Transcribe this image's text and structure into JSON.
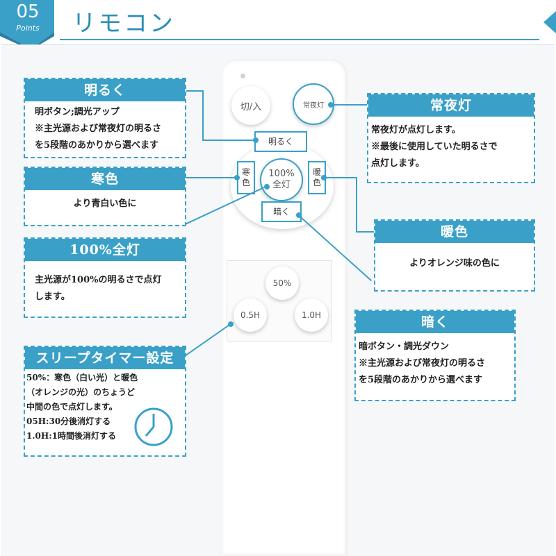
{
  "header": {
    "number": "05",
    "points_label": "Points",
    "title": "リモコン"
  },
  "remote": {
    "power_label": "切/入",
    "night_light_label": "常夜灯",
    "brighter_label": "明るく",
    "cool_label": "寒\n色",
    "full_label": "100%\n全灯",
    "warm_label": "暖\n色",
    "darker_label": "暗く",
    "timer_50_label": "50%",
    "timer_05_label": "0.5H",
    "timer_10_label": "1.0H"
  },
  "callouts": {
    "brighter": {
      "title": "明るく",
      "lines": [
        "明ボタン;調光アップ",
        "※主光源および常夜灯の明るさ",
        "を5段階のあかりから選べます"
      ]
    },
    "cool": {
      "title": "寒色",
      "lines": [
        "より青白い色に"
      ]
    },
    "full": {
      "title": "100%全灯",
      "lines": [
        "主光源が100%の明るさで点灯",
        "します。"
      ]
    },
    "sleep": {
      "title": "スリープタイマー設定",
      "lines": [
        "50%：寒色（白い光）と暖色",
        "（オレンジの光）のちょうど",
        "中間の色で点灯します。",
        "05H:30分後消灯する",
        "1.0H:1時間後消灯する"
      ]
    },
    "night": {
      "title": "常夜灯",
      "lines": [
        "常夜灯が点灯します。",
        "※最後に使用していた明るさで",
        "点灯します。"
      ]
    },
    "warm": {
      "title": "暖色",
      "lines": [
        "よりオレンジ味の色に"
      ]
    },
    "darker": {
      "title": "暗く",
      "lines": [
        "暗ボタン・調光ダウン",
        "※主光源および常夜灯の明るさ",
        "を5段階のあかりから選べます"
      ]
    }
  },
  "colors": {
    "accent": "#3aa0c8",
    "panel": "#f5f7f9"
  },
  "icons": {
    "clock": "clock-icon"
  }
}
